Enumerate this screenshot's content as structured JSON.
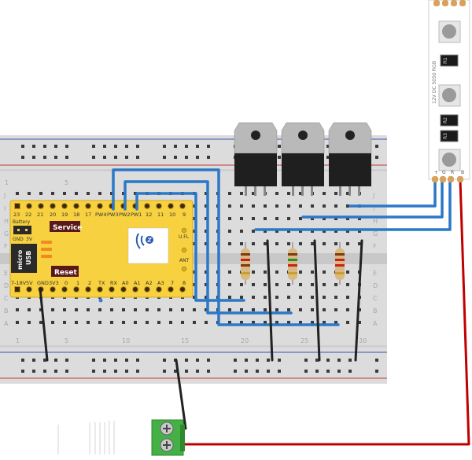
{
  "board": {
    "top_pins": [
      "23",
      "22",
      "21",
      "20",
      "19",
      "18",
      "17",
      "PW4",
      "PW3",
      "PW2",
      "PW1",
      "12",
      "11",
      "10",
      "9"
    ],
    "bottom_pins": [
      "7-18V",
      "5V",
      "GND",
      "3V3",
      "0",
      "1",
      "2",
      "TX",
      "RX",
      "A0",
      "A1",
      "A2",
      "A3",
      "7",
      "8"
    ],
    "battery_label": "Battery",
    "battery_pins": [
      "GND",
      "3V"
    ],
    "service_label": "Service",
    "reset_label": "Reset",
    "usb_label_1": "micro",
    "usb_label_2": "USB",
    "ufl_label": "U.FL",
    "ant_label": "ANT"
  },
  "breadboard": {
    "row_letters_top": [
      "J",
      "I",
      "H",
      "G",
      "F"
    ],
    "row_letters_bottom": [
      "E",
      "D",
      "C",
      "B",
      "A"
    ],
    "column_numbers": [
      "1",
      "5",
      "10",
      "15",
      "20",
      "25",
      "30"
    ]
  },
  "strip": {
    "resistor_labels": [
      "R1",
      "R2",
      "R3"
    ],
    "side_text": "12V DC 5050 RGB",
    "pad_labels": [
      "+",
      "G",
      "R",
      "B"
    ]
  },
  "colors": {
    "board": "#f7d13f",
    "board_label_bg": "#5a1818",
    "breadboard": "#dcdcdc",
    "wire_blue": "#2b78c8",
    "wire_black": "#222222",
    "wire_red": "#c00000",
    "mosfet_tab": "#b9b9b9",
    "terminal": "#45b045"
  },
  "legend": {
    "icon": "particle-logo-icon"
  }
}
